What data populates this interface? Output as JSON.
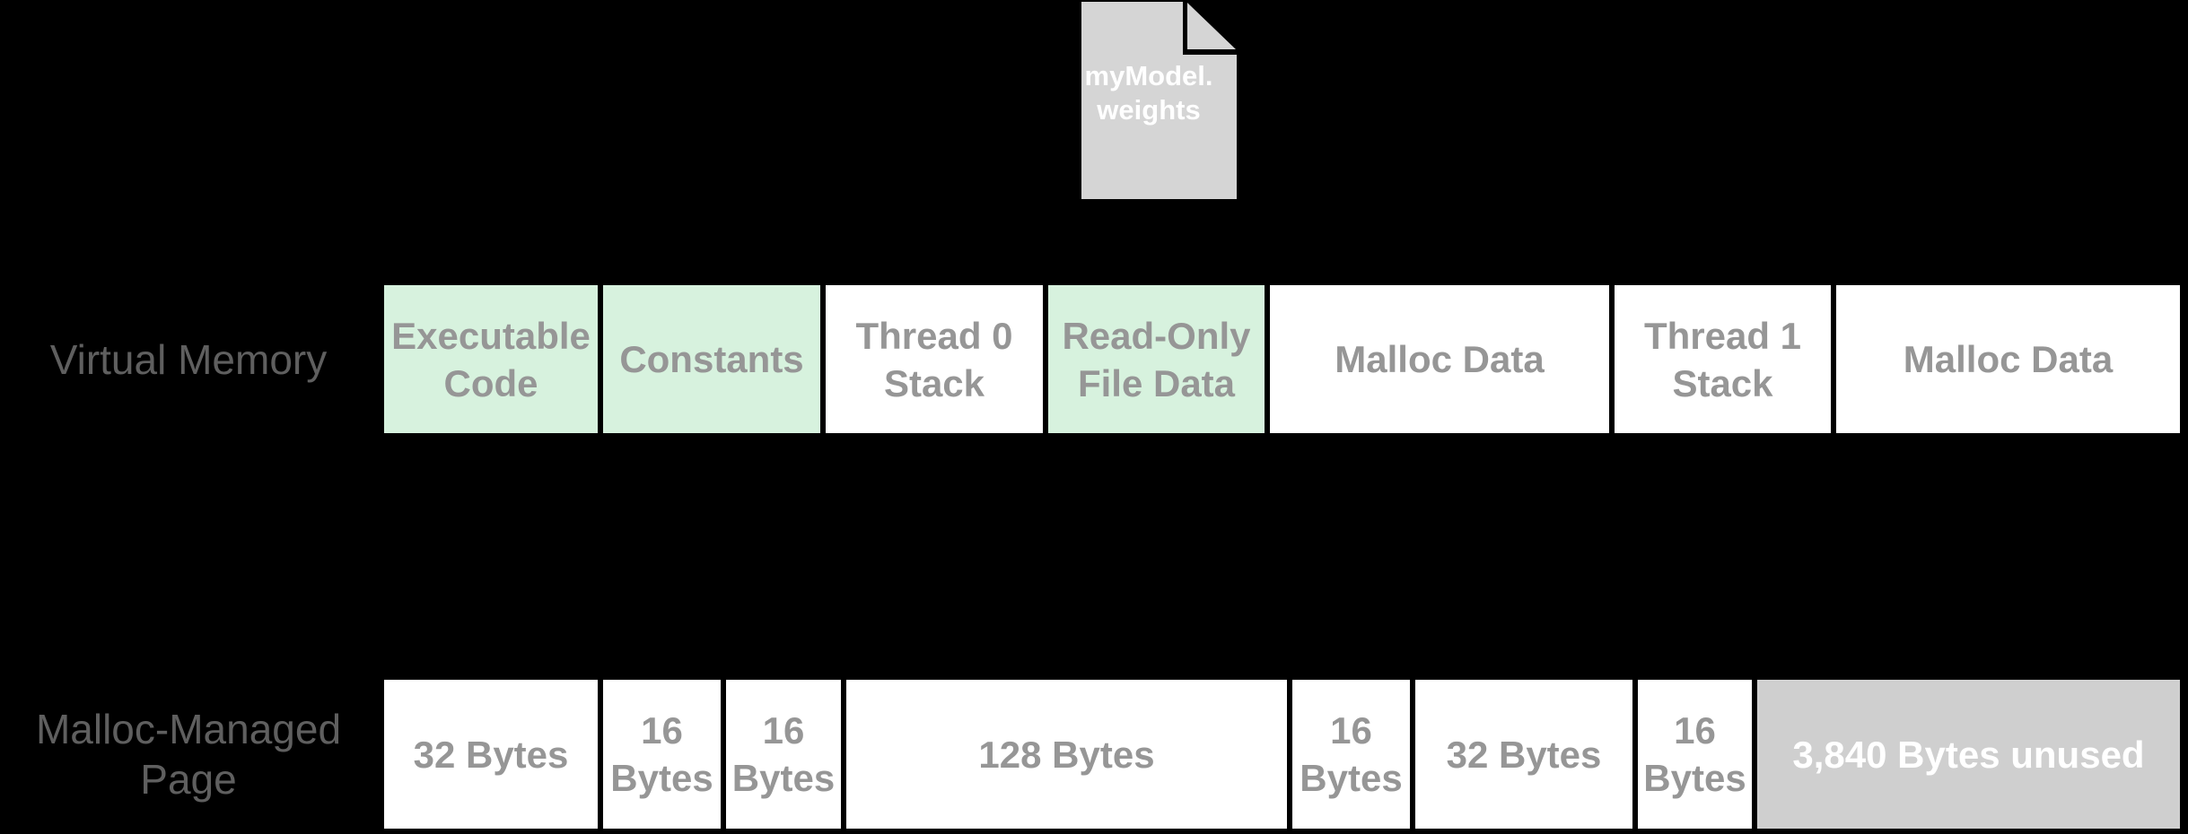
{
  "file_icon": {
    "name_line1": "myModel.",
    "name_line2": "weights"
  },
  "virtual_memory_row": {
    "label": "Virtual Memory",
    "segments": [
      {
        "label": "Executable Code",
        "highlight": "green"
      },
      {
        "label": "Constants",
        "highlight": "green"
      },
      {
        "label": "Thread 0 Stack",
        "highlight": "white"
      },
      {
        "label": "Read-Only File Data",
        "highlight": "green"
      },
      {
        "label": "Malloc Data",
        "highlight": "white"
      },
      {
        "label": "Thread 1 Stack",
        "highlight": "white"
      },
      {
        "label": "Malloc Data",
        "highlight": "white"
      }
    ]
  },
  "malloc_page_row": {
    "label": "Malloc-Managed Page",
    "segments": [
      {
        "label": "32 Bytes",
        "highlight": "white"
      },
      {
        "label": "16 Bytes",
        "highlight": "white"
      },
      {
        "label": "16 Bytes",
        "highlight": "white"
      },
      {
        "label": "128 Bytes",
        "highlight": "white"
      },
      {
        "label": "16 Bytes",
        "highlight": "white"
      },
      {
        "label": "32 Bytes",
        "highlight": "white"
      },
      {
        "label": "16 Bytes",
        "highlight": "white"
      },
      {
        "label": "3,840 Bytes unused",
        "highlight": "gray"
      }
    ]
  },
  "colors": {
    "background": "#000000",
    "green": "#d7f2de",
    "white": "#ffffff",
    "unused_gray": "#cfcfcf",
    "icon_gray": "#d5d5d5",
    "cell_text": "#969696",
    "label_text": "#5f5f5f",
    "icon_text": "#ffffff"
  }
}
